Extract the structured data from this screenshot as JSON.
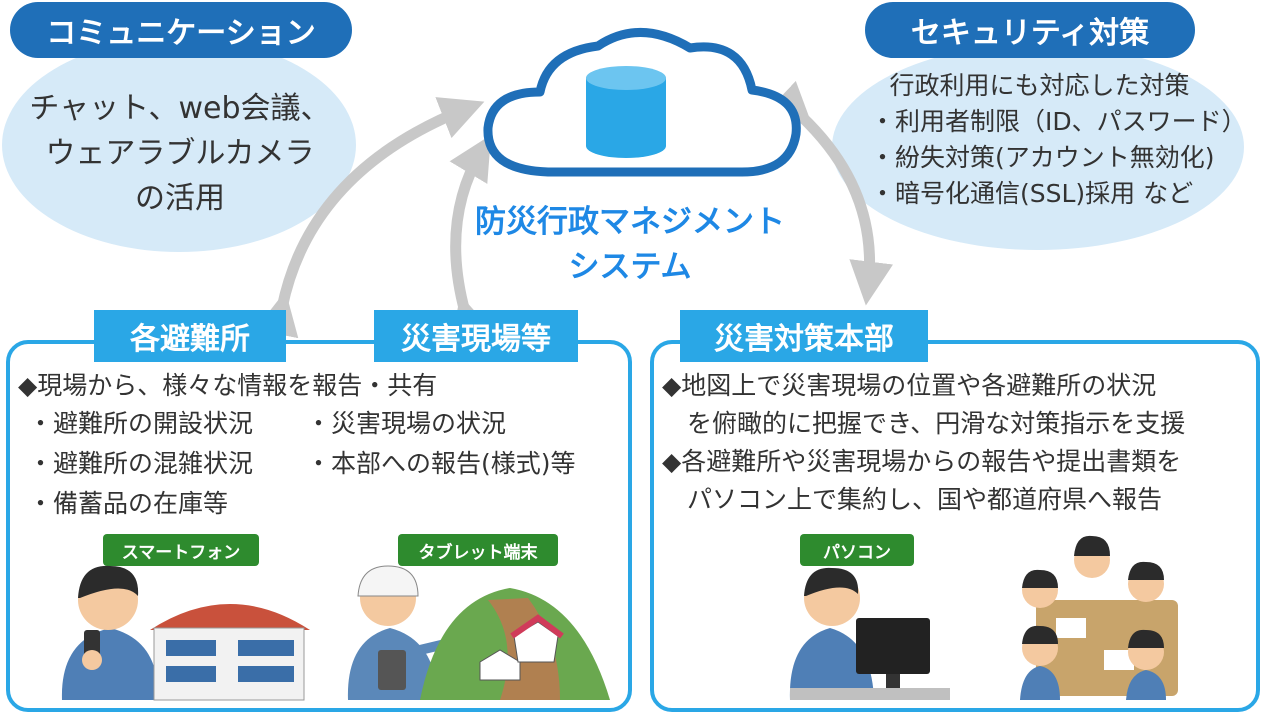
{
  "communication": {
    "title": "コミュニケーション",
    "lines": [
      "チャット、web会議、",
      "ウェアラブルカメラ",
      "の活用"
    ]
  },
  "security": {
    "title": "セキュリティ対策",
    "lines": [
      "行政利用にも対応した対策",
      "・利用者制限（ID、パスワード）",
      "・紛失対策(アカウント無効化)",
      "・暗号化通信(SSL)採用 など"
    ]
  },
  "system": {
    "line1": "防災行政マネジメント",
    "line2": "システム"
  },
  "left_panel": {
    "tab1": "各避難所",
    "tab2": "災害現場等",
    "heading": "◆現場から、様々な情報を報告・共有",
    "items_col1": [
      "・避難所の開設状況",
      "・避難所の混雑状況",
      "・備蓄品の在庫等"
    ],
    "items_col2": [
      "・災害現場の状況",
      "・本部への報告(様式)等"
    ],
    "badge_smartphone": "スマートフォン",
    "badge_tablet": "タブレット端末"
  },
  "right_panel": {
    "tab": "災害対策本部",
    "lines": [
      "◆地図上で災害現場の位置や各避難所の状況",
      "　を俯瞰的に把握でき、円滑な対策指示を支援",
      "◆各避難所や災害現場からの報告や提出書類を",
      "　パソコン上で集約し、国や都道府県へ報告"
    ],
    "badge_pc": "パソコン"
  },
  "colors": {
    "primary": "#1f6fb8",
    "accent": "#2aa7e6",
    "bubble": "#d6eaf8",
    "badge": "#2e8b2e",
    "arrow": "#c8c8c8"
  }
}
